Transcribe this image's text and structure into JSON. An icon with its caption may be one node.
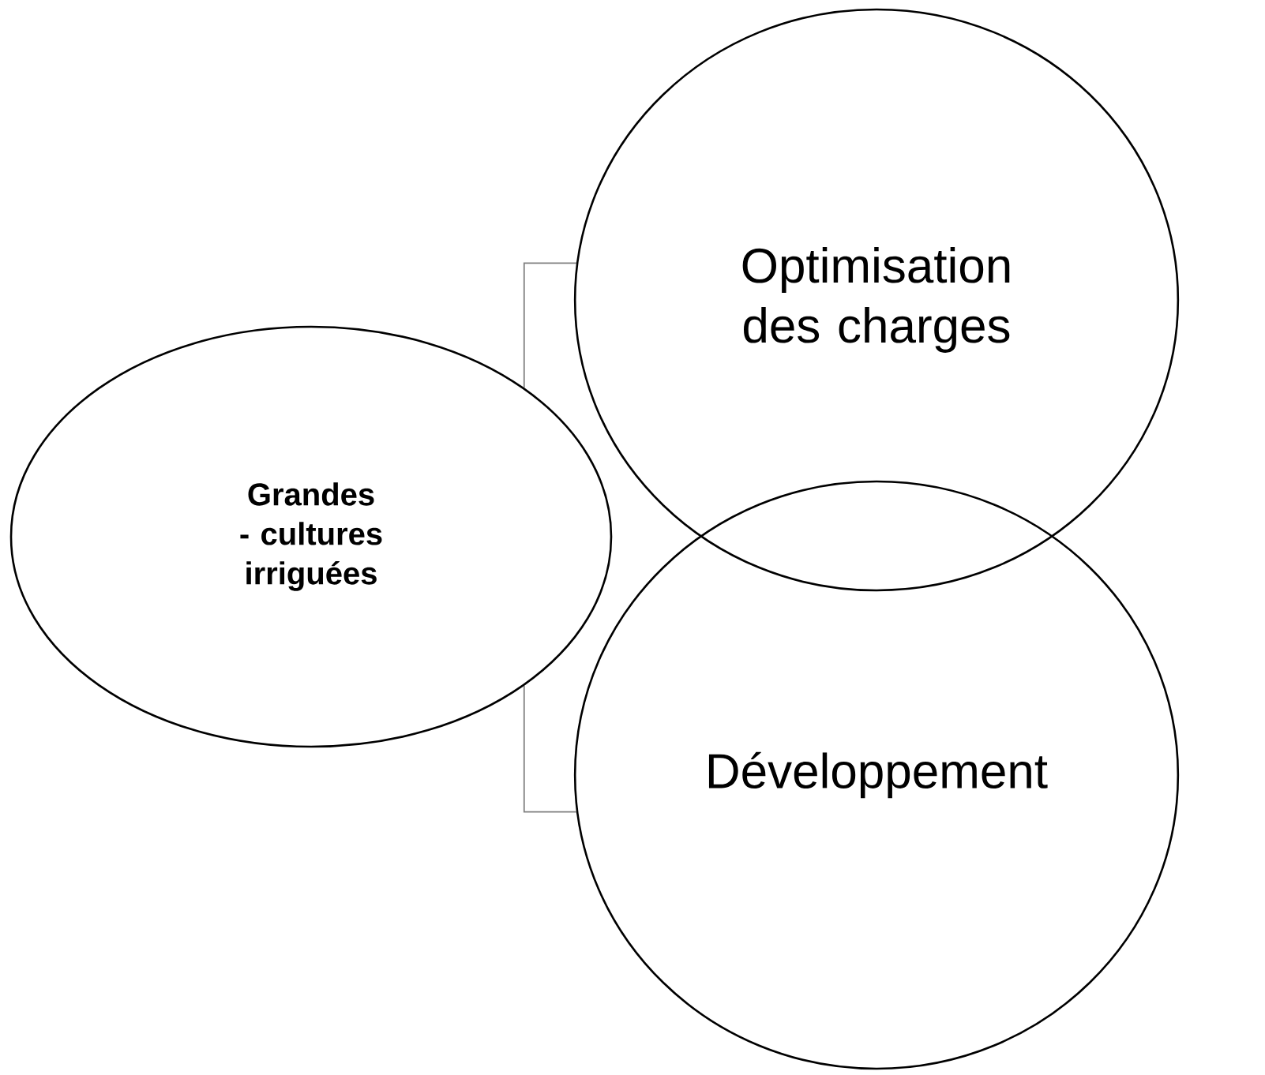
{
  "diagram": {
    "nodes": [
      {
        "text": [
          "Grandes - cultures irriguées"
        ]
      },
      {
        "text": [
          "Optimisation des charges"
        ]
      },
      {
        "text": [
          "Développement"
        ]
      }
    ],
    "edges": [
      {
        "from": 0,
        "to": 1,
        "arrow": "none"
      },
      {
        "from": 0,
        "to": 2,
        "arrow": "none"
      }
    ]
  }
}
